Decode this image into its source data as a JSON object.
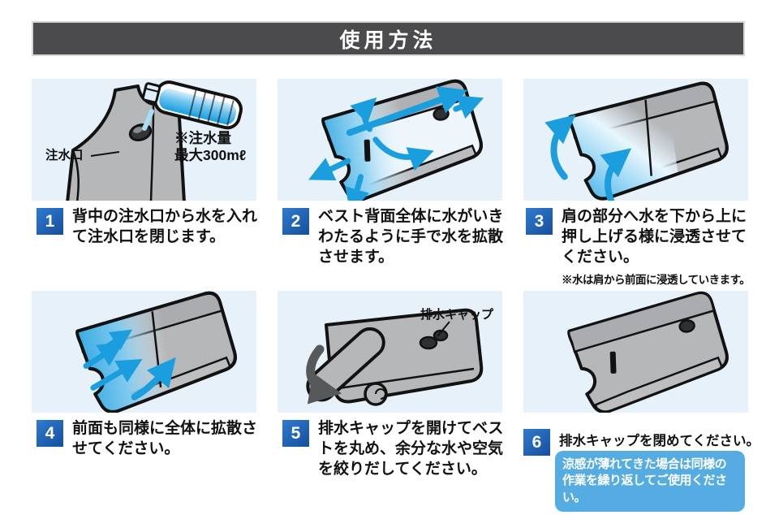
{
  "colors": {
    "header_bg": "#4b4b4d",
    "panel_bg": "#e7f1fa",
    "badge_blue": "#1b5fae",
    "note_box_blue": "#54ace2",
    "water_blue": "#1b9ede",
    "vest_gray": "#b5b7b9"
  },
  "header": {
    "title": "使用方法"
  },
  "panels": [
    {
      "num": "1",
      "text": "背中の注水口から水を入れ\nて注水口を閉じます。",
      "labels": {
        "inlet": "注水口",
        "amount": "※注水量\n最大300mℓ"
      }
    },
    {
      "num": "2",
      "text": "ベスト背面全体に水がいき\nわたるように手で水を拡散\nさせます。"
    },
    {
      "num": "3",
      "text": "肩の部分へ水を下から上に\n押し上げる様に浸透させて\nください。",
      "note": "※水は肩から前面に浸透していきます。"
    },
    {
      "num": "4",
      "text": "前面も同様に全体に拡散さ\nせてください。"
    },
    {
      "num": "5",
      "text": "排水キャップを開けてベス\nトを丸め、余分な水や空気\nを絞りだしてください。",
      "labels": {
        "cap": "排水キャップ"
      }
    },
    {
      "num": "6",
      "text": "排水キャップを閉めてください。",
      "note_box": "涼感が薄れてきた場合は同様の\n作業を繰り返してご使用ください。"
    }
  ]
}
